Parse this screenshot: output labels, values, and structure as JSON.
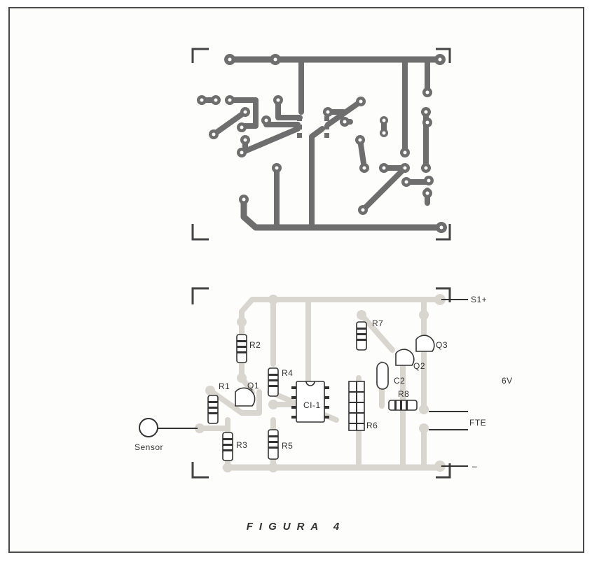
{
  "figure": {
    "caption": "FIGURA 4"
  },
  "labels": {
    "r1": "R1",
    "r2": "R2",
    "r3": "R3",
    "r4": "R4",
    "r5": "R5",
    "r6": "R6",
    "r7": "R7",
    "r8": "R8",
    "q1": "Q1",
    "q2": "Q2",
    "q3": "Q3",
    "c2": "C2",
    "ci1": "CI-1",
    "s1": "S1+",
    "v6": "6V",
    "fte": "FTE",
    "minus": "–",
    "sensor": "Sensor"
  },
  "colors": {
    "copper_track": "#6e6e6e",
    "silk_track": "#d9d6d0",
    "outline": "#333333"
  }
}
